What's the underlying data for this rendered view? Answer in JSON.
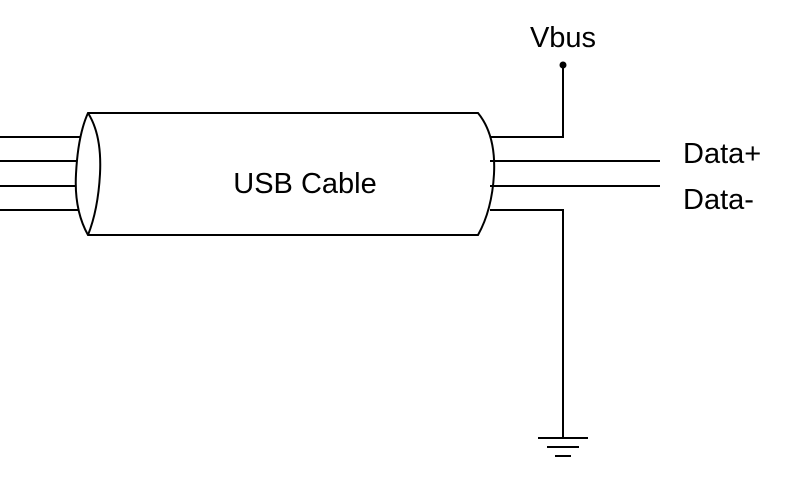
{
  "labels": {
    "cable": "USB Cable",
    "vbus": "Vbus",
    "data_plus": "Data+",
    "data_minus": "Data-"
  },
  "colors": {
    "line": "#000000",
    "background": "#ffffff"
  }
}
